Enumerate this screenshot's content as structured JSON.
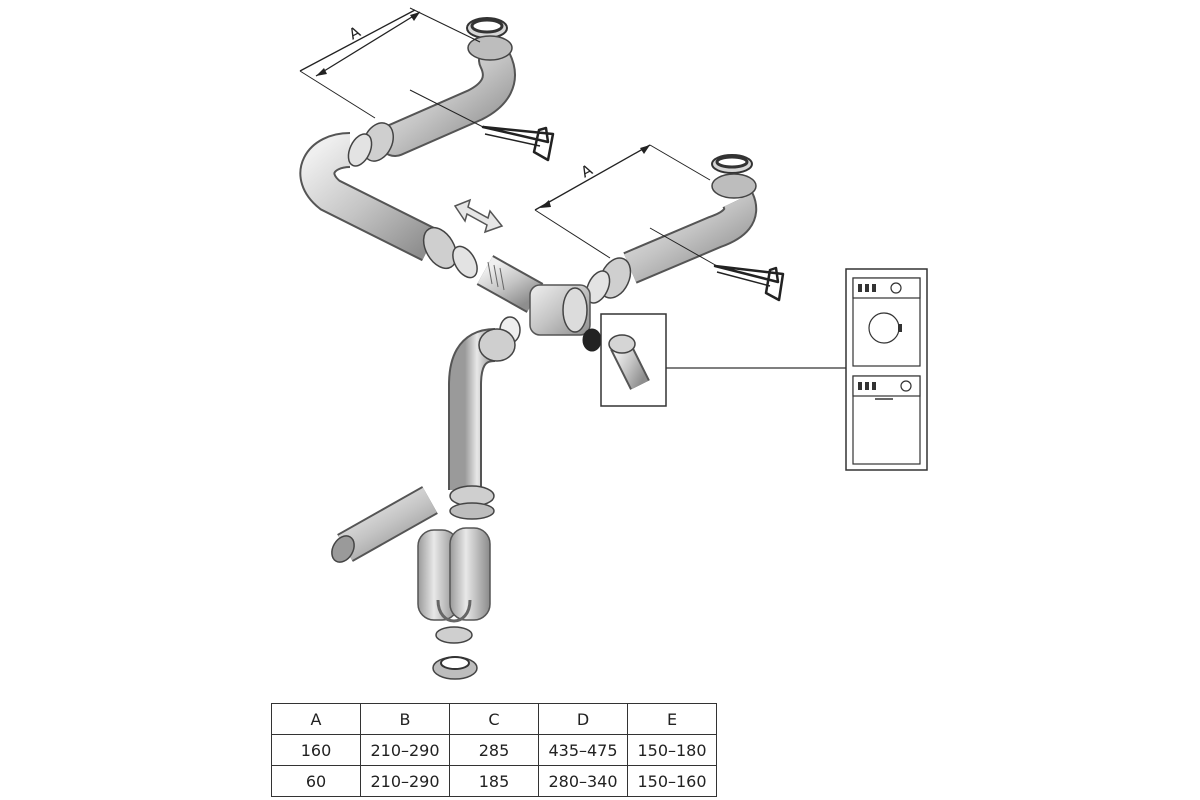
{
  "diagram": {
    "dimension_labels": {
      "upper_left": "A",
      "upper_right": "A"
    }
  },
  "table": {
    "headers": [
      "A",
      "B",
      "C",
      "D",
      "E"
    ],
    "rows": [
      [
        "160",
        "210–290",
        "285",
        "435–475",
        "150–180"
      ],
      [
        "60",
        "210–290",
        "185",
        "280–340",
        "150–160"
      ]
    ]
  },
  "colors": {
    "pipe_fill": "#c8c8c8",
    "pipe_outline": "#555555",
    "line": "#222222"
  }
}
